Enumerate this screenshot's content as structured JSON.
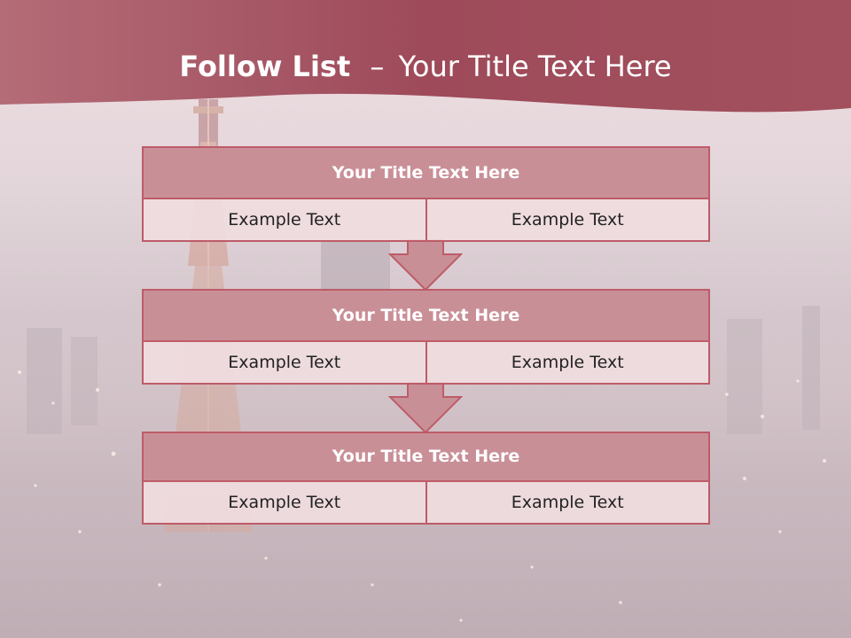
{
  "title": {
    "bold": "Follow List",
    "dash": "–",
    "rest": "Your Title Text Here"
  },
  "blocks": [
    {
      "header": "Your Title Text Here",
      "left": "Example Text",
      "right": "Example Text"
    },
    {
      "header": "Your Title Text Here",
      "left": "Example Text",
      "right": "Example Text"
    },
    {
      "header": "Your Title Text Here",
      "left": "Example Text",
      "right": "Example Text"
    }
  ],
  "colors": {
    "banner": "#a04d5c",
    "header_fill": "#c98f97",
    "border": "#bd5c68",
    "arrow": "#c98f97"
  }
}
